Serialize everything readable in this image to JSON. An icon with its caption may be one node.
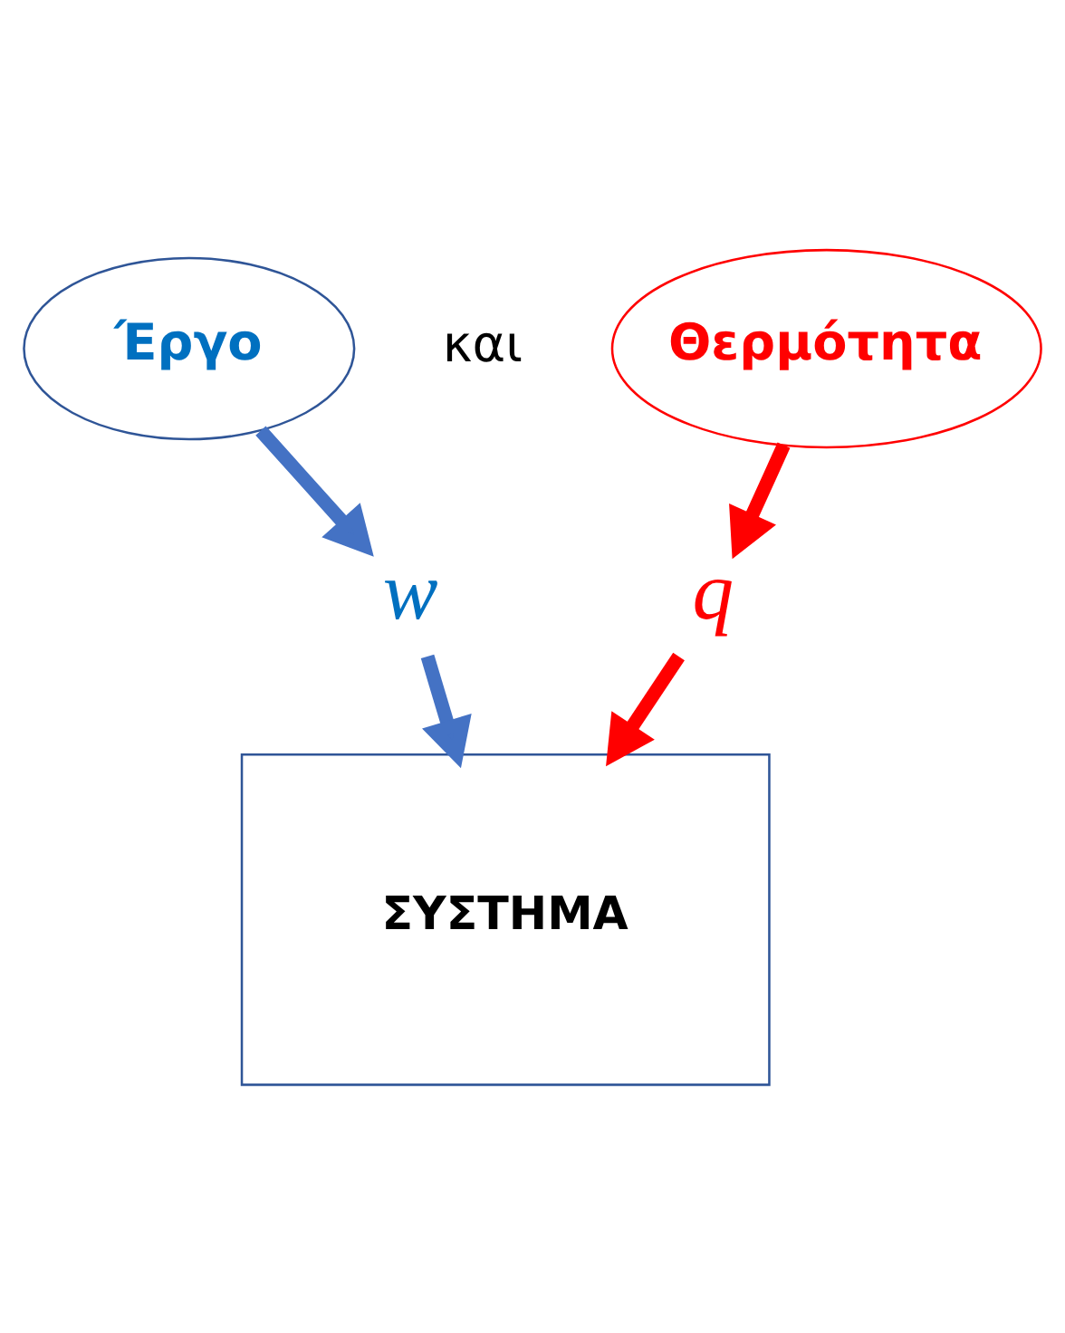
{
  "diagram": {
    "nodes": [
      {
        "text": [
          "Έργο"
        ]
      },
      {
        "text": [
          "Θερμότητα"
        ]
      },
      {
        "text": [
          "w"
        ]
      },
      {
        "text": [
          "q"
        ]
      },
      {
        "text": [
          "ΣΥΣΤΗΜΑ"
        ]
      }
    ],
    "edges": [
      {
        "from": 0,
        "to": 2,
        "arrow": "to",
        "color": "#4472c4"
      },
      {
        "from": 1,
        "to": 3,
        "arrow": "to",
        "color": "#ff0000"
      },
      {
        "from": 2,
        "to": 4,
        "arrow": "to",
        "color": "#4472c4"
      },
      {
        "from": 3,
        "to": 4,
        "arrow": "to",
        "color": "#ff0000"
      }
    ],
    "labels": [
      "και"
    ]
  }
}
